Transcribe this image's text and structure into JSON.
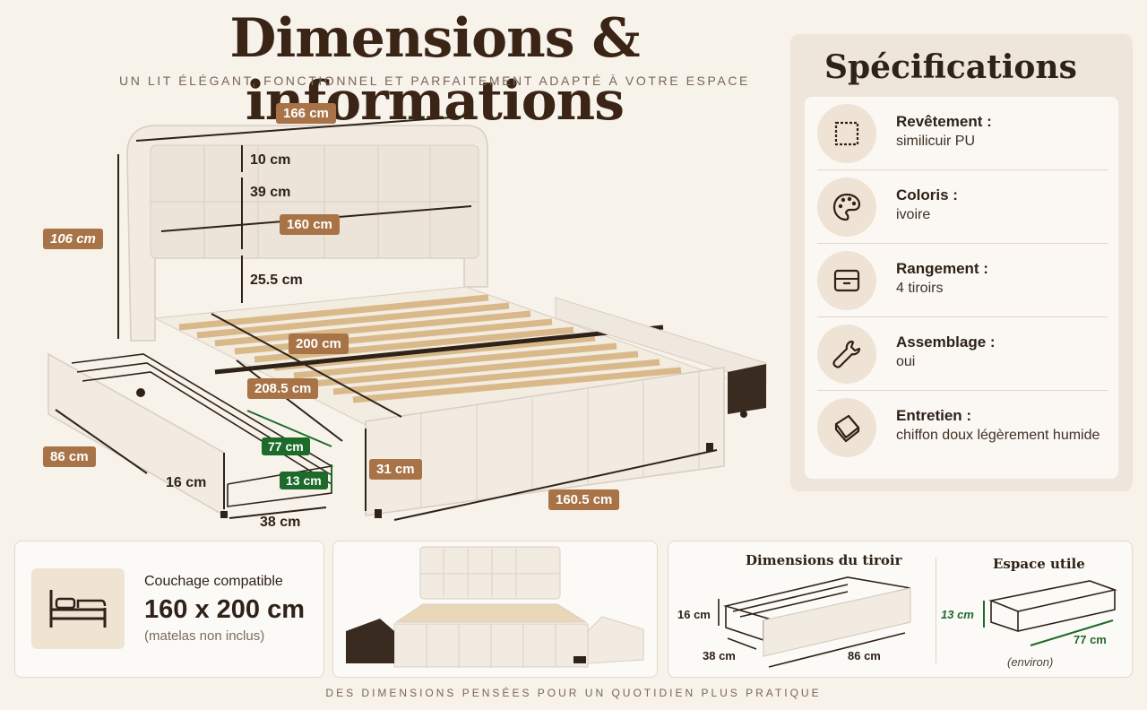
{
  "header": {
    "title": "Dimensions & informations",
    "subtitle": "UN LIT ÉLÉGANT, FONCTIONNEL ET PARFAITEMENT ADAPTÉ À VOTRE ESPACE"
  },
  "bed_dimensions": {
    "width_total": "166 cm",
    "headboard_top": "10 cm",
    "headboard_panel": "39 cm",
    "headboard_inner": "160 cm",
    "headboard_height": "106 cm",
    "clearance": "25.5 cm",
    "length_inner": "200 cm",
    "length_total": "208.5 cm",
    "drawer_length": "86 cm",
    "drawer_height": "16 cm",
    "drawer_width": "38 cm",
    "drawer_usable_length": "77 cm",
    "drawer_usable_height": "13 cm",
    "frame_height": "31 cm",
    "frame_width": "160.5 cm"
  },
  "specs": {
    "title": "Spécifications",
    "items": [
      {
        "label": "Revêtement :",
        "value": "similicuir PU",
        "icon": "fabric-icon"
      },
      {
        "label": "Coloris :",
        "value": "ivoire",
        "icon": "palette-icon"
      },
      {
        "label": "Rangement :",
        "value": "4 tiroirs",
        "icon": "drawer-icon"
      },
      {
        "label": "Assemblage :",
        "value": "oui",
        "icon": "wrench-icon"
      },
      {
        "label": "Entretien :",
        "value": "chiffon doux légèrement humide",
        "icon": "cloth-icon"
      }
    ]
  },
  "mattress": {
    "label": "Couchage compatible",
    "size": "160 x 200 cm",
    "note": "(matelas non inclus)"
  },
  "drawer_panel": {
    "title": "Dimensions du tiroir",
    "height": "16 cm",
    "width": "38 cm",
    "length": "86 cm"
  },
  "usable_panel": {
    "title": "Espace utile",
    "height": "13 cm",
    "length": "77 cm",
    "note": "(environ)"
  },
  "footer": "DES DIMENSIONS PENSÉES POUR UN QUOTIDIEN PLUS PRATIQUE",
  "colors": {
    "accent": "#a87447",
    "green": "#1d6b2a",
    "background": "#f7f2ea"
  }
}
